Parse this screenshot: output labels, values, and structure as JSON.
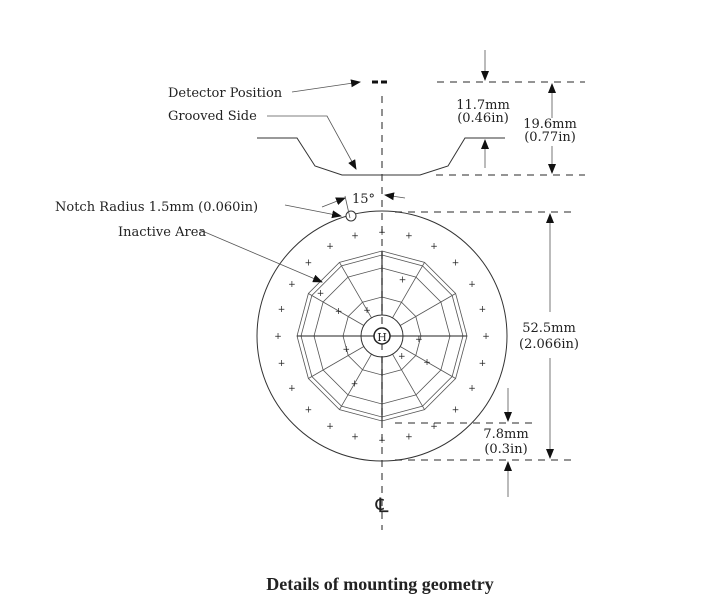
{
  "labels": {
    "detector_position": "Detector Position",
    "grooved_side": "Grooved Side",
    "notch_radius": "Notch Radius 1.5mm (0.060in)",
    "inactive_area": "Inactive Area",
    "angle": "15°",
    "dim_groove_mm": "11.7mm",
    "dim_groove_in": "(0.46in)",
    "dim_total_mm": "19.6mm",
    "dim_total_in": "(0.77in)",
    "dim_diameter_mm": "52.5mm",
    "dim_diameter_in": "(2.066in)",
    "dim_edge_mm": "7.8mm",
    "dim_edge_in": "(0.3in)",
    "centerline": "℄",
    "center_mark": "H"
  },
  "caption": "Details of mounting geometry"
}
